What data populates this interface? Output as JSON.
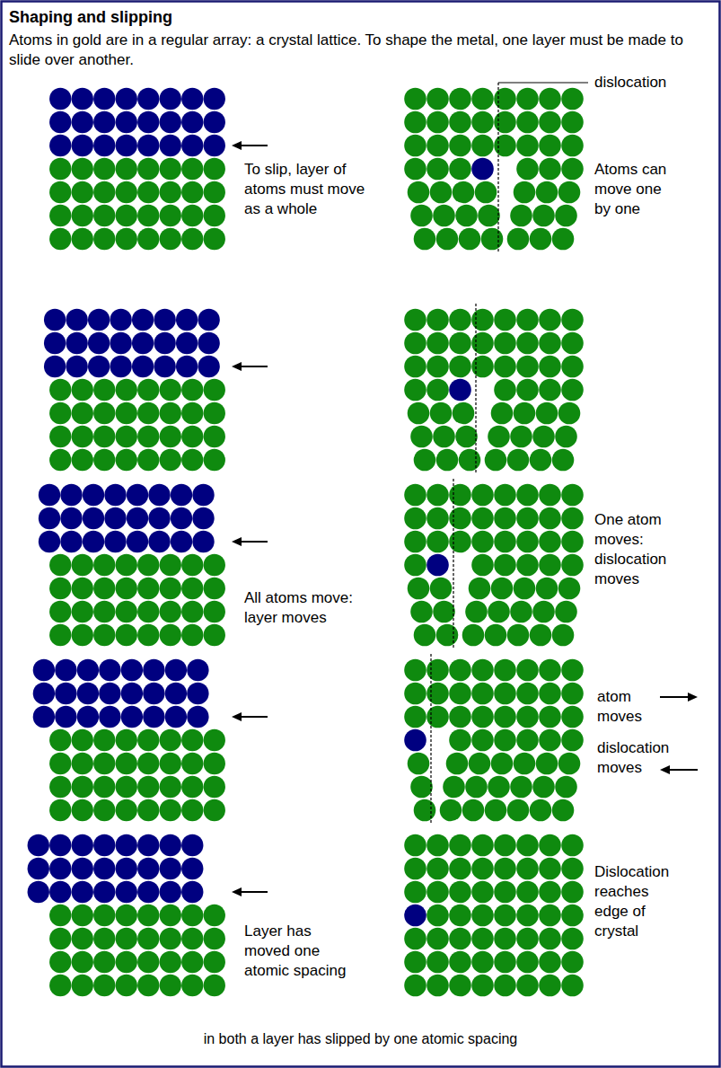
{
  "diagram": {
    "title": "Shaping and slipping",
    "caption": "in both a layer has slipped by one atomic spacing",
    "labels": [
      "Atoms in gold are in a regular array: a crystal lattice. To shape the metal, one layer must be made to slide over another.",
      "dislocation",
      "To slip, layer of atoms must move as a whole",
      "Atoms can move one by one",
      "All atoms move: layer moves",
      "One atom moves: dislocation moves",
      "atom moves",
      "dislocation moves",
      "Layer has moved one atomic spacing",
      "Dislocation reaches edge of crystal"
    ]
  }
}
